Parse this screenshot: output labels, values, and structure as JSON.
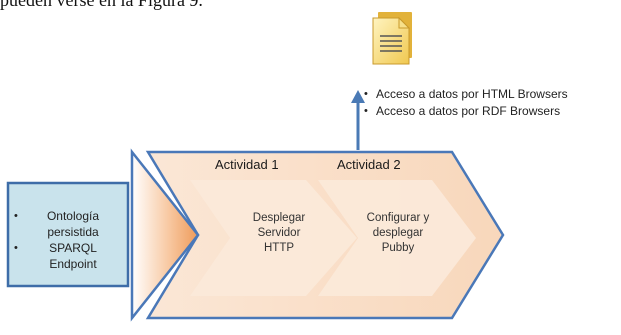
{
  "header_text": "pueden verse en la Figura 9.",
  "output_list": [
    "Acceso a datos por HTML Browsers",
    "Acceso a datos por RDF Browsers"
  ],
  "input_list": [
    "Ontología persistida",
    "SPARQL Endpoint"
  ],
  "activities": [
    {
      "title": "Actividad 1",
      "task": "Desplegar Servidor HTTP"
    },
    {
      "title": "Actividad 2",
      "task": "Configurar y desplegar Pubby"
    }
  ],
  "colors": {
    "process_fill": "#f9d9bf",
    "process_border": "#4a78b8",
    "input_box_fill": "#c9e3ec",
    "input_box_border": "#3e6da8",
    "arrow": "#4a7ab5",
    "document_icon": "#f0c850"
  },
  "icons": {
    "output": "document-icon",
    "connector": "up-arrow-icon"
  }
}
